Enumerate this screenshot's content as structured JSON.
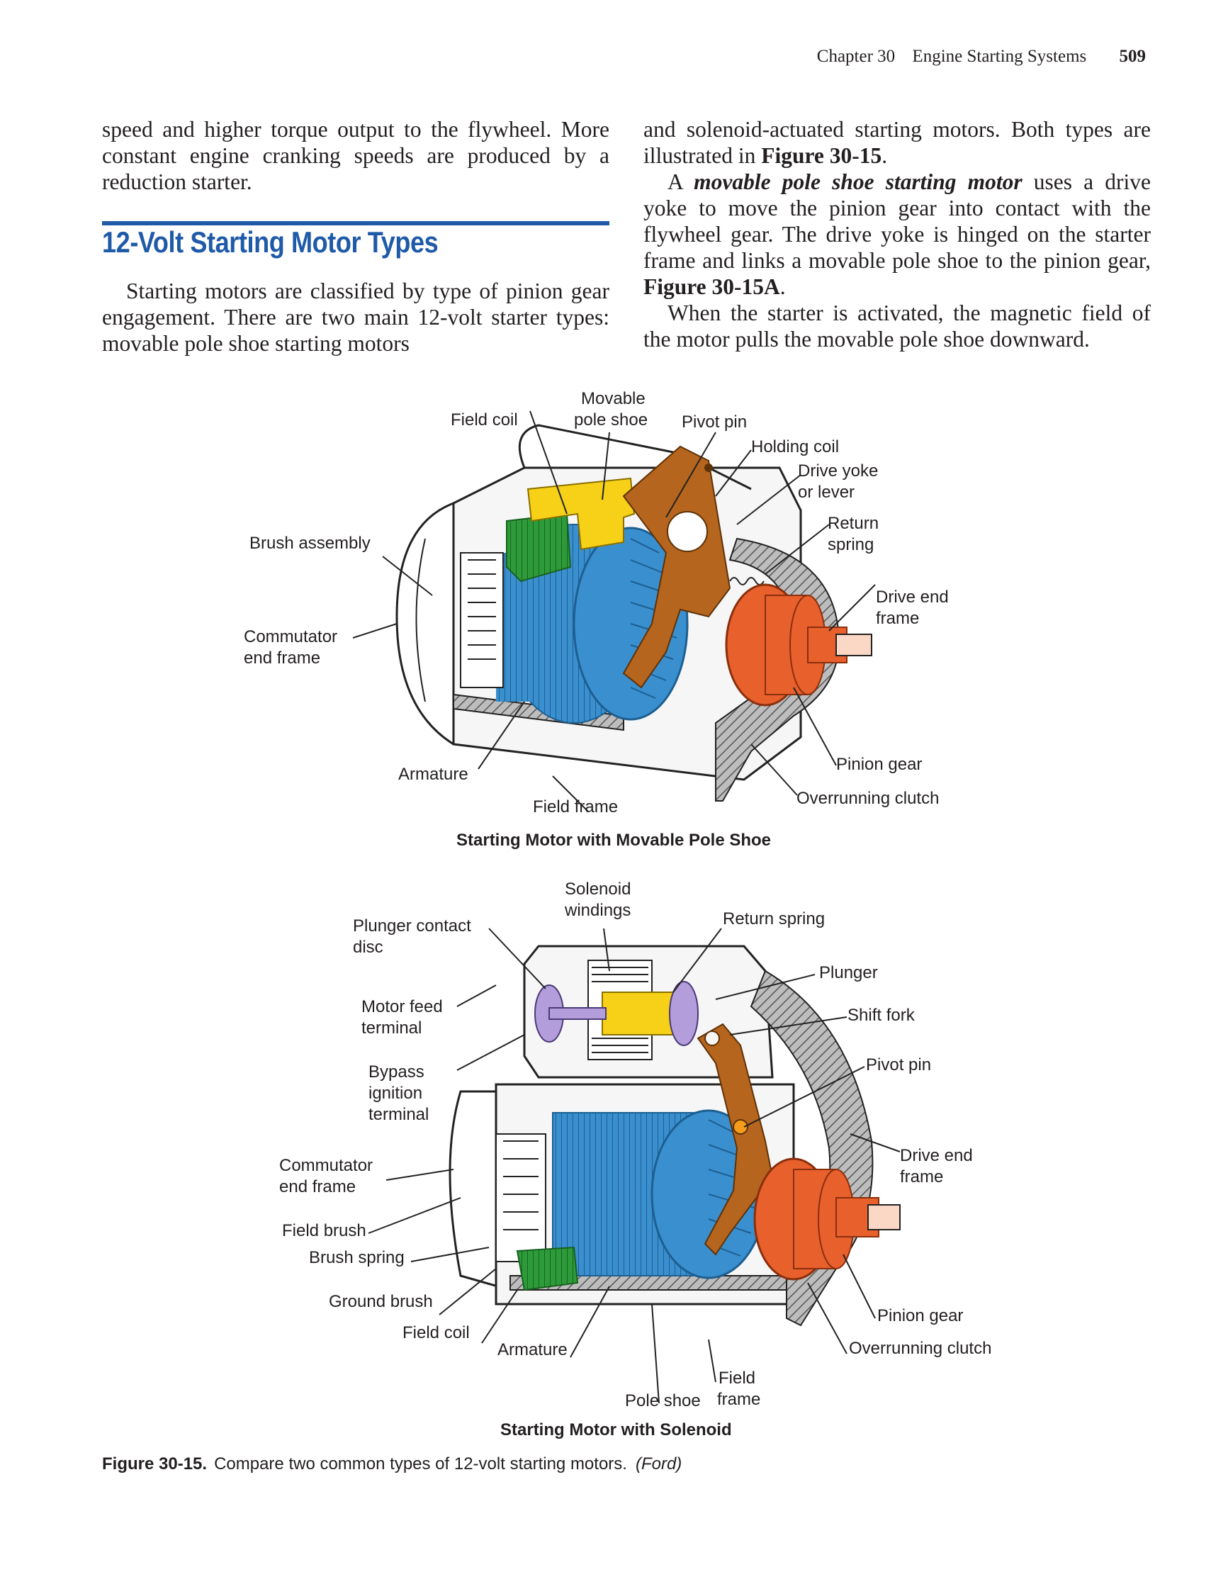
{
  "header": {
    "chapter": "Chapter 30",
    "section": "Engine Starting Systems",
    "page_number": "509"
  },
  "left_column": {
    "para1": "speed and higher torque output to the flywheel. More constant engine cranking speeds are produced by a reduction starter.",
    "heading": "12-Volt Starting Motor Types",
    "para2": "Starting motors are classified by type of pinion gear engagement. There are two main 12-volt starter types: movable pole shoe starting motors"
  },
  "right_column": {
    "para1_a": "and solenoid-actuated starting motors. Both types are illustrated in ",
    "para1_fig": "Figure 30-15",
    "para1_b": ".",
    "para2_a": "A ",
    "para2_term": "movable pole shoe starting motor",
    "para2_b": " uses a drive yoke to move the pinion gear into contact with the flywheel gear. The drive yoke is hinged on the starter frame and links a movable pole shoe to the pinion gear, ",
    "para2_fig": "Figure 30-15A",
    "para2_c": ".",
    "para3": "When the starter is activated, the magnetic field of the motor pulls the movable pole shoe downward."
  },
  "figure_a": {
    "title": "Starting Motor with Movable Pole Shoe",
    "labels": {
      "field_coil": "Field coil",
      "movable_pole_shoe_1": "Movable",
      "movable_pole_shoe_2": "pole shoe",
      "pivot_pin": "Pivot pin",
      "holding_coil": "Holding coil",
      "drive_yoke_1": "Drive yoke",
      "drive_yoke_2": "or lever",
      "return_spring_1": "Return",
      "return_spring_2": "spring",
      "brush_assembly": "Brush assembly",
      "drive_end_frame_1": "Drive end",
      "drive_end_frame_2": "frame",
      "commutator_end_frame_1": "Commutator",
      "commutator_end_frame_2": "end frame",
      "pinion_gear": "Pinion gear",
      "armature": "Armature",
      "overrunning_clutch": "Overrunning clutch",
      "field_frame": "Field frame"
    }
  },
  "figure_b": {
    "title": "Starting Motor with Solenoid",
    "labels": {
      "solenoid_windings_1": "Solenoid",
      "solenoid_windings_2": "windings",
      "plunger_contact_disc_1": "Plunger contact",
      "plunger_contact_disc_2": "disc",
      "return_spring": "Return spring",
      "plunger": "Plunger",
      "motor_feed_terminal_1": "Motor feed",
      "motor_feed_terminal_2": "terminal",
      "shift_fork": "Shift fork",
      "bypass_ignition_terminal_1": "Bypass",
      "bypass_ignition_terminal_2": "ignition",
      "bypass_ignition_terminal_3": "terminal",
      "pivot_pin": "Pivot pin",
      "commutator_end_frame_1": "Commutator",
      "commutator_end_frame_2": "end frame",
      "drive_end_frame_1": "Drive end",
      "drive_end_frame_2": "frame",
      "field_brush": "Field brush",
      "brush_spring": "Brush spring",
      "ground_brush": "Ground brush",
      "pinion_gear": "Pinion gear",
      "field_coil": "Field coil",
      "armature": "Armature",
      "overrunning_clutch": "Overrunning clutch",
      "field_frame_1": "Field",
      "field_frame_2": "frame",
      "pole_shoe": "Pole shoe"
    }
  },
  "caption": {
    "number": "Figure 30-15.",
    "text": "Compare two common types of 12-volt starting motors.",
    "source": "(Ford)"
  },
  "colors": {
    "heading_blue": "#1f5aa8",
    "armature_blue": "#3a8fcf",
    "pole_shoe_yellow": "#f7d117",
    "coil_green": "#2e9b3a",
    "yoke_brown": "#b5651d",
    "pinion_orange": "#e8602c",
    "disc_purple": "#b39ddb"
  }
}
